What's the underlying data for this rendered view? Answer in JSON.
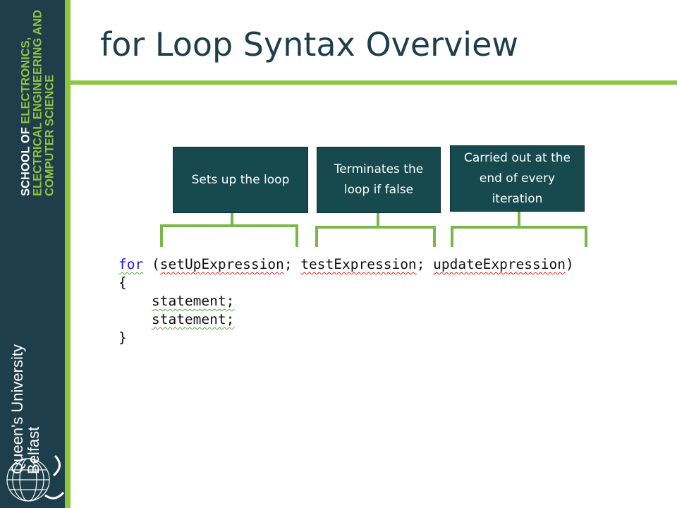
{
  "sidebar": {
    "school_line1_white": "SCHOOL OF ",
    "school_line1_green": "ELECTRONICS,",
    "school_line2": "ELECTRICAL ENGINEERING AND",
    "school_line3": "COMPUTER SCIENCE",
    "university_line1": "Queen's University",
    "university_line2": "Belfast",
    "colors": {
      "navy": "#1d3e4a",
      "green": "#8dc63f"
    }
  },
  "slide": {
    "title": "for Loop Syntax Overview"
  },
  "boxes": [
    {
      "label": "Sets up the loop"
    },
    {
      "label": "Terminates the loop if false"
    },
    {
      "label": "Carried out at the end of every iteration"
    }
  ],
  "code": {
    "keyword": "for",
    "open_paren": " (",
    "setup": "setUpExpression",
    "sep1": "; ",
    "test": "testExpression",
    "sep2": "; ",
    "update": "updateExpression",
    "close_paren": ")",
    "open_brace": "{",
    "statement1": "statement;",
    "statement2": "statement;",
    "close_brace": "}"
  },
  "colors": {
    "box_fill": "#164a4f",
    "bracket": "#7ab648",
    "keyword": "#1c1cdc"
  }
}
